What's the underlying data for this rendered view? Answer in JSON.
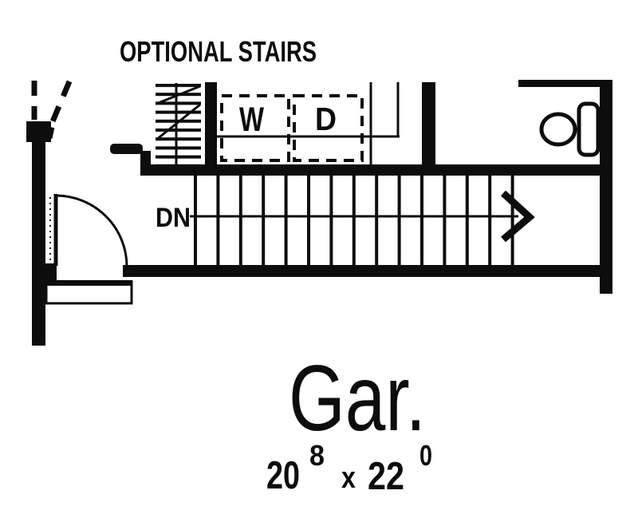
{
  "plan": {
    "optional_stairs_label": "OPTIONAL STAIRS",
    "appliances": {
      "washer": "W",
      "dryer": "D"
    },
    "stairs": {
      "direction_label": "DN",
      "tread_count": 15
    },
    "room": {
      "name": "Gar.",
      "dimension": {
        "feet_1": "20",
        "inches_1": "8",
        "separator": "x",
        "feet_2": "22",
        "inches_2": "0"
      }
    },
    "colors": {
      "ink": "#0d0d0d",
      "paper": "#ffffff"
    }
  }
}
